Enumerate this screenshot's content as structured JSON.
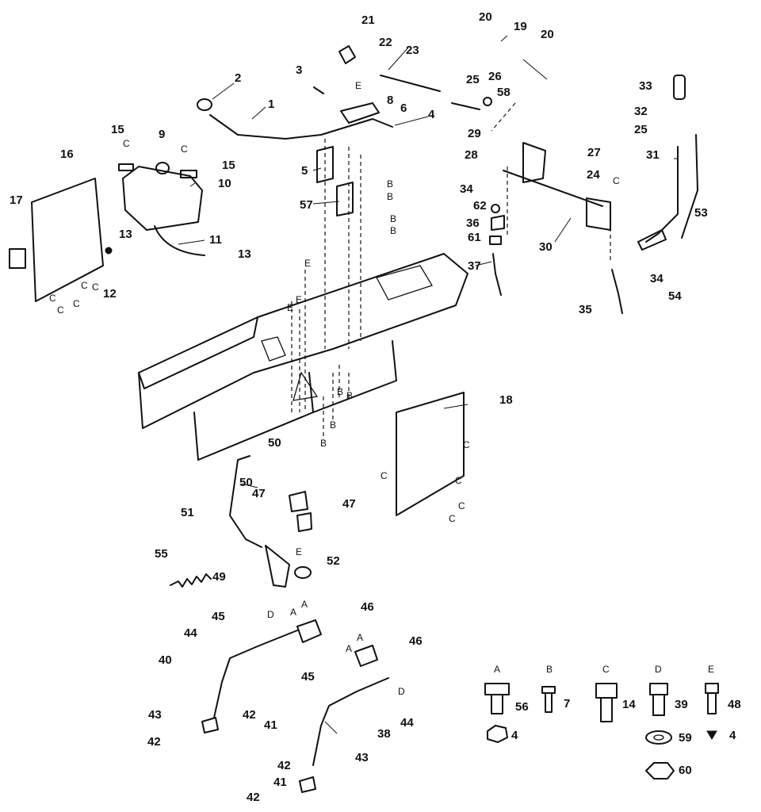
{
  "callouts": [
    "1",
    "2",
    "3",
    "4",
    "5",
    "6",
    "7",
    "8",
    "9",
    "10",
    "11",
    "12",
    "13",
    "14",
    "15",
    "16",
    "17",
    "18",
    "19",
    "20",
    "21",
    "22",
    "23",
    "24",
    "25",
    "26",
    "27",
    "28",
    "29",
    "30",
    "31",
    "32",
    "33",
    "34",
    "35",
    "36",
    "37",
    "38",
    "39",
    "40",
    "41",
    "42",
    "43",
    "44",
    "45",
    "46",
    "47",
    "48",
    "49",
    "50",
    "51",
    "52",
    "53",
    "54",
    "55",
    "56",
    "57",
    "58",
    "59",
    "60",
    "61",
    "62"
  ],
  "hardware_key": [
    {
      "letter": "A",
      "part": "56",
      "nut": "4"
    },
    {
      "letter": "B",
      "part": "7"
    },
    {
      "letter": "C",
      "part": "14"
    },
    {
      "letter": "D",
      "part": "39",
      "washer": "59",
      "nut": "60"
    },
    {
      "letter": "E",
      "part": "48",
      "nut": "4"
    }
  ],
  "letter_marks": [
    "A",
    "B",
    "C",
    "D",
    "E"
  ]
}
